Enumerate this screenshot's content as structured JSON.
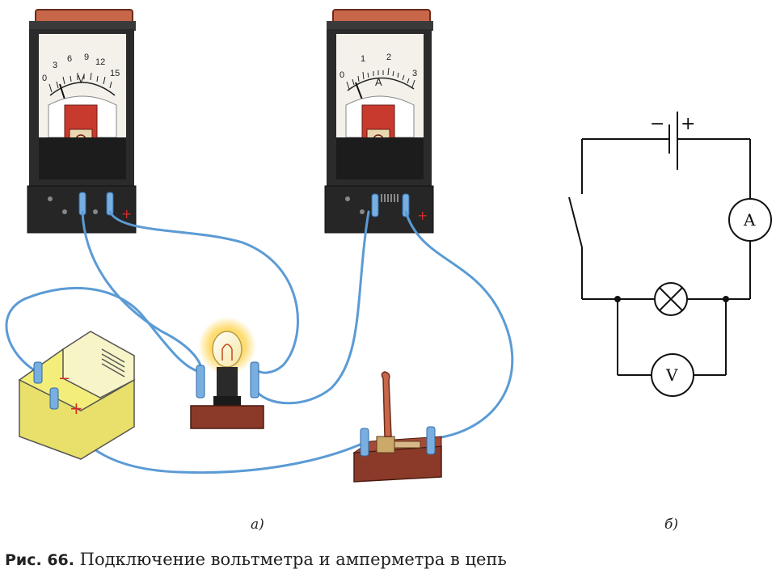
{
  "voltmeter": {
    "scale_labels": [
      "0",
      "3",
      "6",
      "9",
      "12",
      "15"
    ],
    "unit_symbol": "V",
    "plus_sign": "+"
  },
  "ammeter": {
    "scale_labels": [
      "0",
      "1",
      "2",
      "3"
    ],
    "unit_symbol": "A",
    "plus_sign": "+"
  },
  "battery": {
    "minus_sign": "−",
    "plus_sign": "+"
  },
  "schematic": {
    "battery_minus": "−",
    "battery_plus": "+",
    "ammeter_symbol": "A",
    "voltmeter_symbol": "V"
  },
  "panel_labels": {
    "left": "а)",
    "right": "б)"
  },
  "caption": {
    "figure_number": "Рис. 66.",
    "text": " Подключение вольтметра и амперметра в цепь"
  },
  "colors": {
    "wire": "#5b9bd5",
    "meter_body": "#2a2a2a",
    "meter_top": "#c8664a",
    "battery_body": "#f3ee7a",
    "terminal": "#79aee0",
    "base_wood": "#8b3a2a",
    "lamp_glow": "#ffd24a"
  }
}
